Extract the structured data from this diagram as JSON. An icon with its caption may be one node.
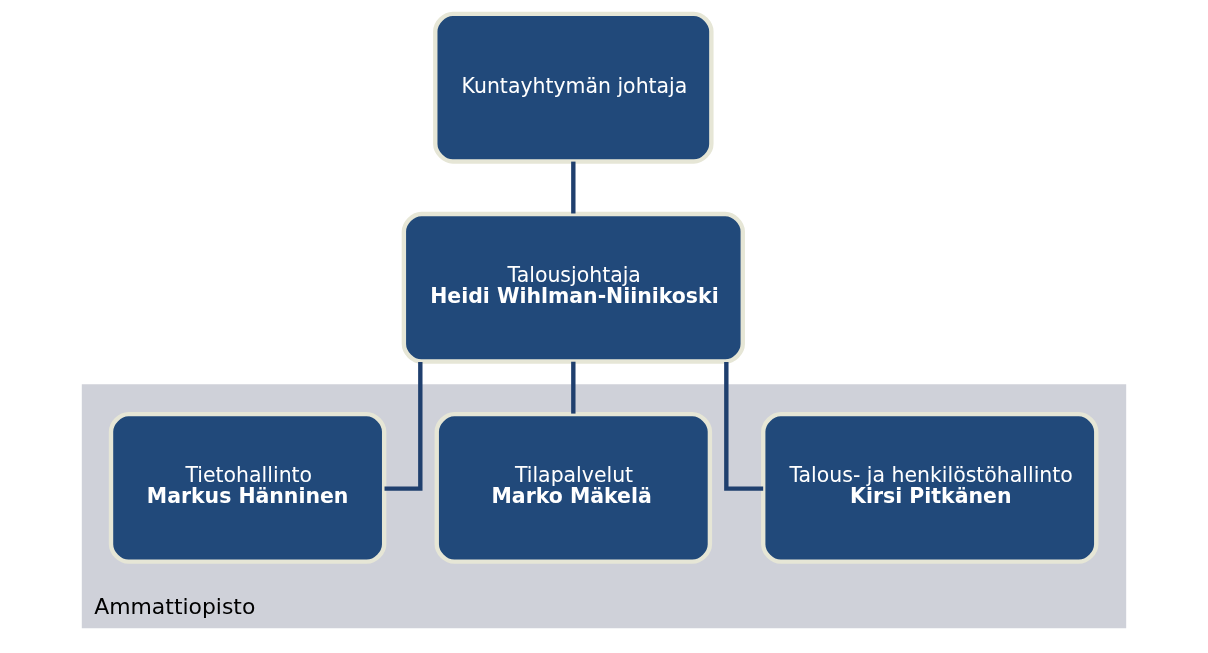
{
  "diagram": {
    "nodes": [
      {
        "text": [
          "Kuntayhtymän johtaja"
        ]
      },
      {
        "text": [
          "Talousjohtaja",
          "Heidi Wihlman-Niinikoski"
        ]
      },
      {
        "text": [
          "Ammattiopisto"
        ]
      },
      {
        "text": [
          "Talous- ja henkilöstöhallinto",
          "Kirsi Pitkänen"
        ],
        "in": 2
      },
      {
        "text": [
          "Tilapalvelut",
          "Marko Mäkelä"
        ],
        "in": 2
      },
      {
        "text": [
          "Tietohallinto",
          "Markus Hänninen"
        ],
        "in": 2
      }
    ],
    "edges": [
      {
        "from": 0,
        "to": 1,
        "arrow": "none"
      },
      {
        "from": 1,
        "to": 3,
        "arrow": "none"
      },
      {
        "from": 1,
        "to": 4,
        "arrow": "none"
      },
      {
        "from": 1,
        "to": 5,
        "arrow": "none"
      }
    ]
  }
}
